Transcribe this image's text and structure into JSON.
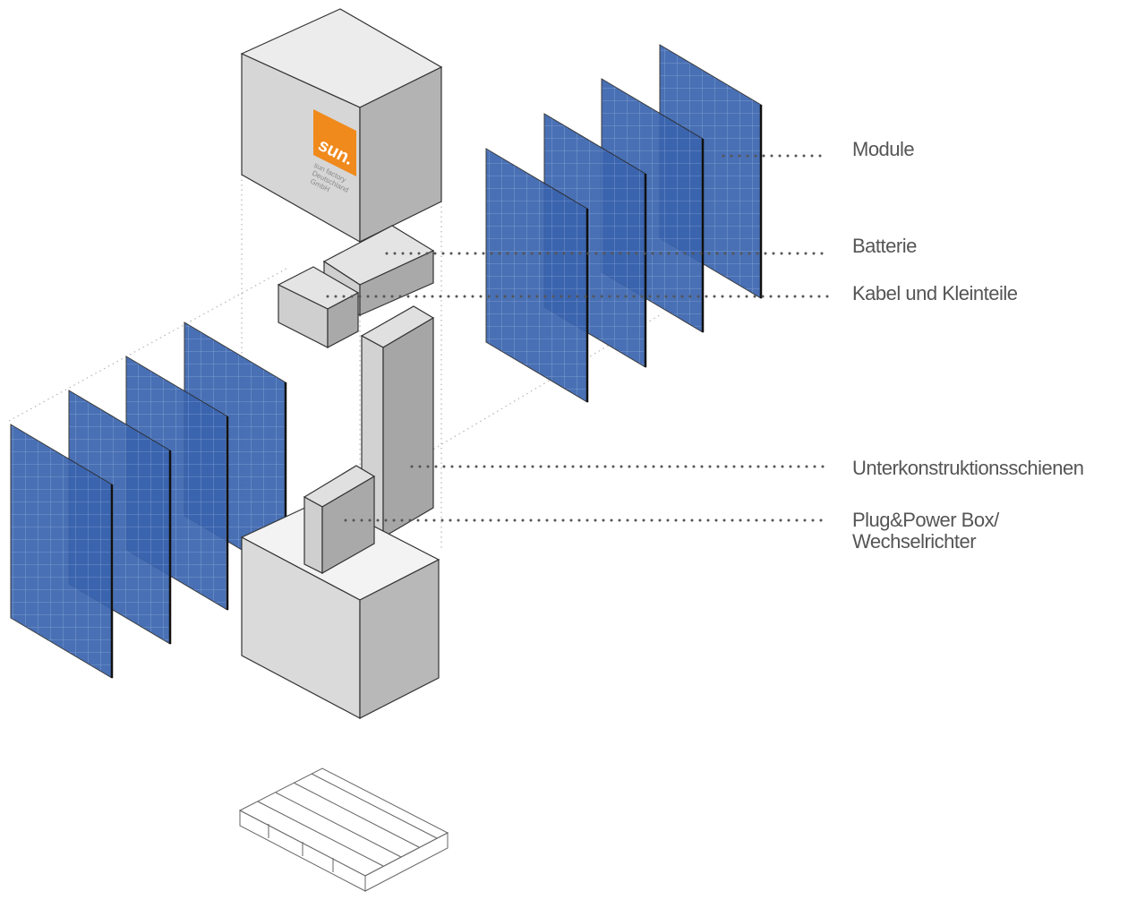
{
  "diagram": {
    "labels": {
      "module": "Module",
      "batterie": "Batterie",
      "kabel": "Kabel und Kleinteile",
      "schienen": "Unterkonstruktionsschienen",
      "box_line1": "Plug&Power Box/",
      "box_line2": "Wechselrichter"
    },
    "logo": {
      "mark": "sun.",
      "line1": "sun factory",
      "line2": "Deutschland",
      "line3": "GmbH"
    },
    "colors": {
      "panel_blue": "#2f5aa3",
      "panel_blue_light": "#5d82c2",
      "logo_orange": "#f08a1c",
      "box_gray": "#d9d9d9",
      "box_gray_dark": "#9a9a9a",
      "leader_dot": "#555555"
    }
  }
}
